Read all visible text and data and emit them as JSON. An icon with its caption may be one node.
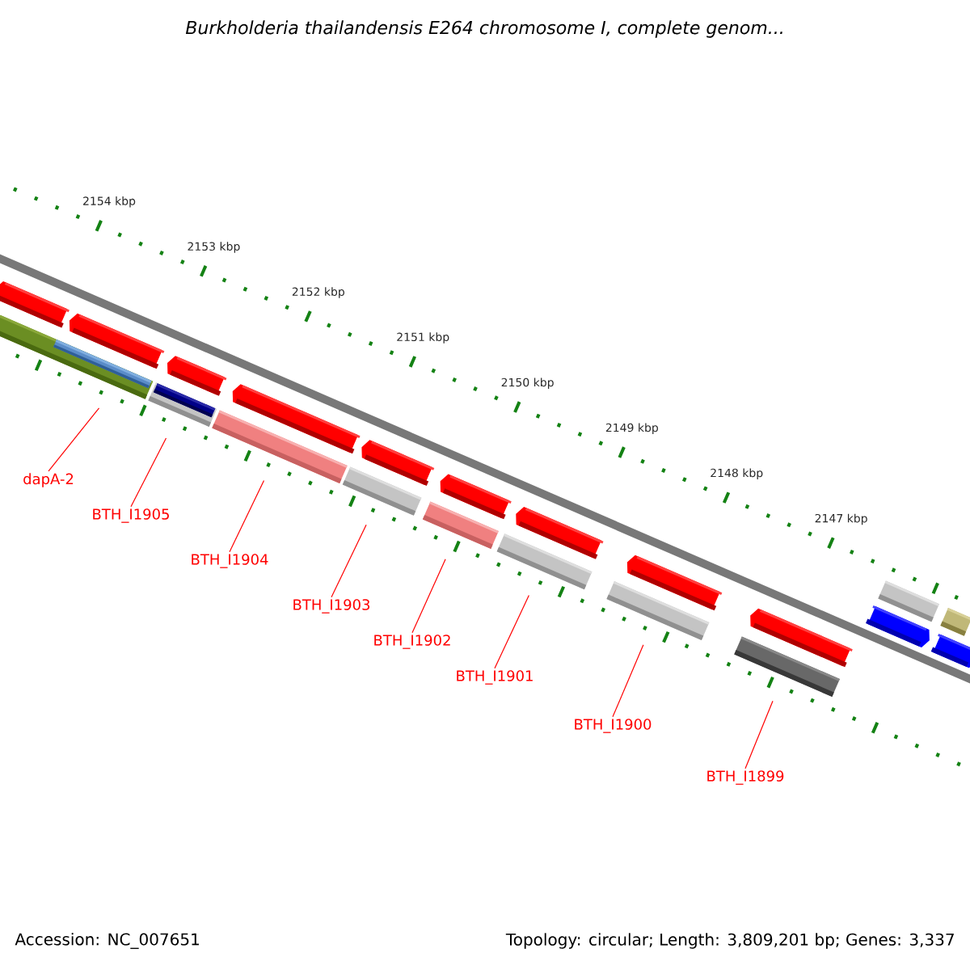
{
  "diagram": {
    "title": "Burkholderia thailandensis E264 chromosome I, complete genom...",
    "nodes": [
      {
        "text": [
          "dapA-2"
        ]
      },
      {
        "text": [
          "BTH_I1905"
        ]
      },
      {
        "text": [
          "BTH_I1904"
        ]
      },
      {
        "text": [
          "BTH_I1903"
        ]
      },
      {
        "text": [
          "BTH_I1902"
        ]
      },
      {
        "text": [
          "BTH_I1901"
        ]
      },
      {
        "text": [
          "BTH_I1900"
        ]
      },
      {
        "text": [
          "BTH_I1899"
        ]
      },
      {
        "text": [],
        "shape": "pentagon"
      },
      {
        "text": [],
        "shape": "bar"
      },
      {
        "text": [],
        "shape": "bar",
        "in": 9
      },
      {
        "text": [],
        "shape": "pentagon"
      },
      {
        "text": [],
        "shape": "pentagon"
      },
      {
        "text": [],
        "shape": "bar"
      },
      {
        "text": [],
        "shape": "bar",
        "in": 13
      },
      {
        "text": [],
        "shape": "pentagon"
      },
      {
        "text": [],
        "shape": "bar"
      },
      {
        "text": [],
        "shape": "pentagon"
      },
      {
        "text": [],
        "shape": "bar"
      },
      {
        "text": [],
        "shape": "pentagon"
      },
      {
        "text": [],
        "shape": "bar"
      },
      {
        "text": [],
        "shape": "pentagon"
      },
      {
        "text": [],
        "shape": "bar"
      },
      {
        "text": [],
        "shape": "pentagon"
      },
      {
        "text": [],
        "shape": "bar"
      },
      {
        "text": [],
        "shape": "pentagon"
      },
      {
        "text": [],
        "shape": "bar"
      },
      {
        "text": [],
        "shape": "bar"
      },
      {
        "text": [],
        "shape": "pentagon"
      },
      {
        "text": [],
        "shape": "bar"
      },
      {
        "text": [],
        "shape": "pentagon"
      }
    ],
    "edges": [
      {
        "from": 0,
        "to": 9,
        "arrow": "none"
      },
      {
        "from": 1,
        "to": 13,
        "arrow": "none"
      },
      {
        "from": 2,
        "to": 16,
        "arrow": "none"
      },
      {
        "from": 3,
        "to": 18,
        "arrow": "none"
      },
      {
        "from": 4,
        "to": 20,
        "arrow": "none"
      },
      {
        "from": 5,
        "to": 22,
        "arrow": "none"
      },
      {
        "from": 6,
        "to": 24,
        "arrow": "none"
      },
      {
        "from": 7,
        "to": 26,
        "arrow": "none"
      }
    ],
    "labels": [
      "2154 kbp",
      "2153 kbp",
      "2152 kbp",
      "2151 kbp",
      "2150 kbp",
      "2149 kbp",
      "2148 kbp",
      "2147 kbp",
      "Accession: NC_007651",
      "Topology: circular; Length: 3,809,201 bp; Genes: 3,337"
    ]
  }
}
